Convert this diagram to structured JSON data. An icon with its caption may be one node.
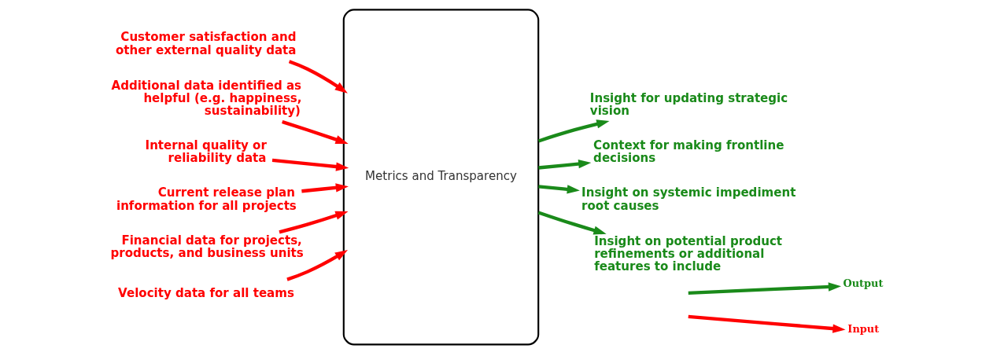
{
  "diagram": {
    "nodes": [
      {
        "text": [
          "Customer satisfaction and other external quality data"
        ]
      },
      {
        "text": [
          "Additional data identified as helpful (e.g. happiness, sustainability)"
        ]
      },
      {
        "text": [
          "Internal quality or reliability data"
        ]
      },
      {
        "text": [
          "Current release plan information for all projects"
        ]
      },
      {
        "text": [
          "Financial data for projects, products, and business units"
        ]
      },
      {
        "text": [
          "Velocity data for all teams"
        ]
      },
      {
        "text": [
          "Metrics and Transparency"
        ]
      },
      {
        "text": [
          "Insight for updating strategic vision"
        ]
      },
      {
        "text": [
          "Context for making frontline decisions"
        ]
      },
      {
        "text": [
          "Insight on systemic impediment root causes"
        ]
      },
      {
        "text": [
          "Insight on potential product refinements or additional features to include"
        ]
      }
    ],
    "edges": [
      {
        "from": 0,
        "to": 6,
        "arrow": "to"
      },
      {
        "from": 1,
        "to": 6,
        "arrow": "to"
      },
      {
        "from": 2,
        "to": 6,
        "arrow": "to"
      },
      {
        "from": 3,
        "to": 6,
        "arrow": "to"
      },
      {
        "from": 4,
        "to": 6,
        "arrow": "to"
      },
      {
        "from": 5,
        "to": 6,
        "arrow": "to"
      },
      {
        "from": 6,
        "to": 7,
        "arrow": "to",
        "color": "#1a8a1a"
      },
      {
        "from": 6,
        "to": 8,
        "arrow": "to",
        "color": "#1a8a1a"
      },
      {
        "from": 6,
        "to": 9,
        "arrow": "to",
        "color": "#1a8a1a"
      },
      {
        "from": 6,
        "to": 10,
        "arrow": "to",
        "color": "#1a8a1a"
      }
    ],
    "legend": [
      {
        "text": "Output"
      },
      {
        "text": "Input"
      }
    ]
  }
}
